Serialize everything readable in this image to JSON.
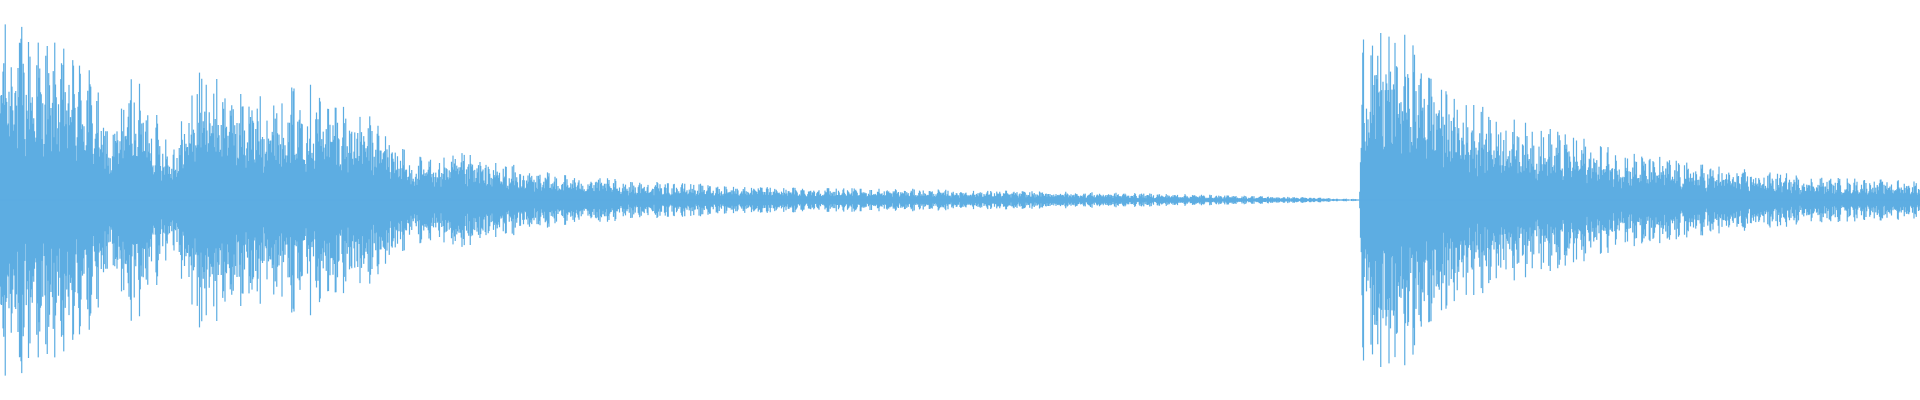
{
  "waveform": {
    "color": "#5DADE2",
    "background": "#FFFFFF",
    "envelope": [
      [
        0.0,
        0.92
      ],
      [
        0.006,
        0.95
      ],
      [
        0.02,
        0.85
      ],
      [
        0.045,
        0.75
      ],
      [
        0.058,
        0.35
      ],
      [
        0.068,
        0.68
      ],
      [
        0.09,
        0.3
      ],
      [
        0.105,
        0.72
      ],
      [
        0.13,
        0.55
      ],
      [
        0.16,
        0.62
      ],
      [
        0.2,
        0.4
      ],
      [
        0.215,
        0.22
      ],
      [
        0.24,
        0.25
      ],
      [
        0.28,
        0.15
      ],
      [
        0.33,
        0.1
      ],
      [
        0.4,
        0.07
      ],
      [
        0.46,
        0.06
      ],
      [
        0.52,
        0.05
      ],
      [
        0.6,
        0.035
      ],
      [
        0.68,
        0.015
      ],
      [
        0.708,
        0.005
      ],
      [
        0.71,
        0.92
      ],
      [
        0.735,
        0.85
      ],
      [
        0.76,
        0.55
      ],
      [
        0.8,
        0.4
      ],
      [
        0.85,
        0.25
      ],
      [
        0.9,
        0.17
      ],
      [
        0.95,
        0.12
      ],
      [
        1.0,
        0.1
      ]
    ]
  }
}
